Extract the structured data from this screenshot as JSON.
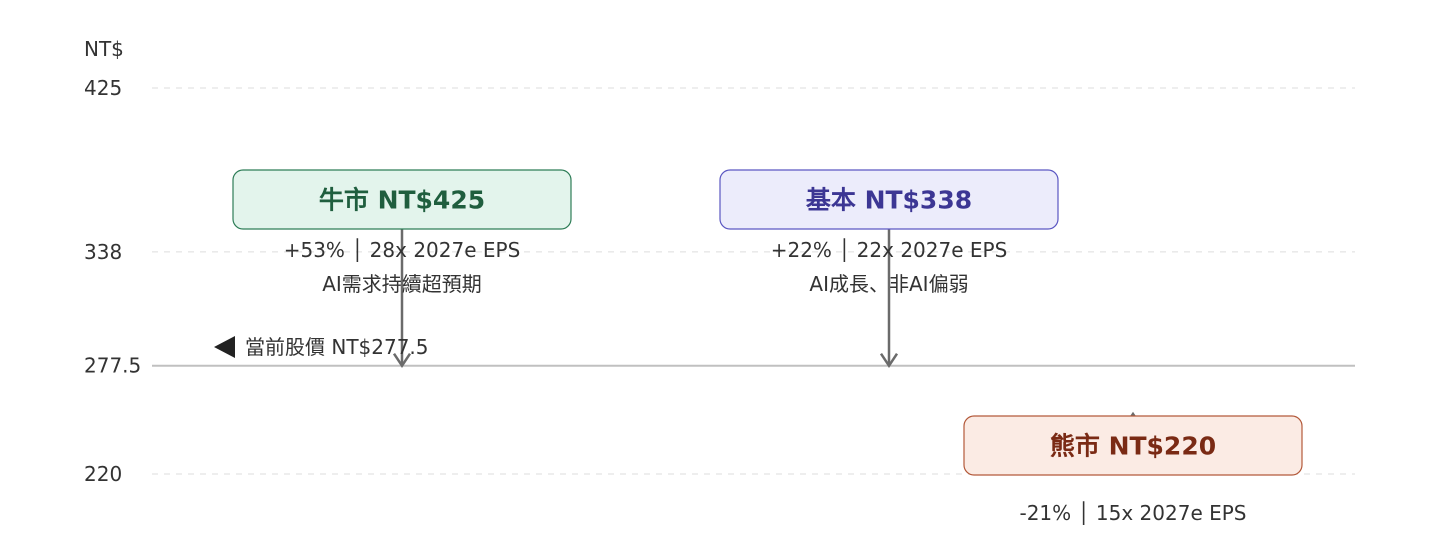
{
  "chart_data": {
    "type": "scenario",
    "y_unit": "NT$",
    "y_ticks": [
      {
        "value": 425,
        "label": "425",
        "style": "dashed"
      },
      {
        "value": 338,
        "label": "338",
        "style": "dashed"
      },
      {
        "value": 277.5,
        "label": "277.5",
        "style": "solid"
      },
      {
        "value": 220,
        "label": "220",
        "style": "dashed"
      }
    ],
    "current_price": {
      "value": 277.5,
      "label": "當前股價 NT$277.5"
    },
    "scenarios": [
      {
        "name": "牛市",
        "title": "牛市 NT$425",
        "value": 425,
        "detail_line1": "+53%  │  28x 2027e EPS",
        "detail_line2": "AI需求持續超預期",
        "fill": "#e3f4ec",
        "stroke": "#2e7d57",
        "text_color": "#1f5e3e"
      },
      {
        "name": "基本",
        "title": "基本 NT$338",
        "value": 338,
        "detail_line1": "+22%  │  22x 2027e EPS",
        "detail_line2": "AI成長、非AI偏弱",
        "fill": "#ececfb",
        "stroke": "#5b57c2",
        "text_color": "#3c3694"
      },
      {
        "name": "熊市",
        "title": "熊市 NT$220",
        "value": 220,
        "detail_line1": "-21%  │  15x 2027e EPS",
        "detail_line2": "",
        "fill": "#fbebe4",
        "stroke": "#b3593a",
        "text_color": "#7a2a14"
      }
    ]
  }
}
